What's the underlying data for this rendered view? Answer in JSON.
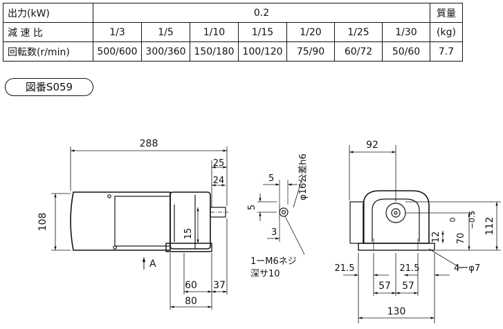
{
  "spec_table": {
    "row_output": {
      "label": "出力(kW)",
      "value": "0.2",
      "mass_header": "質量"
    },
    "row_ratio": {
      "label": "減 速 比",
      "values": [
        "1/3",
        "1/5",
        "1/10",
        "1/15",
        "1/20",
        "1/25",
        "1/30"
      ],
      "mass_unit": "(kg)"
    },
    "row_speed": {
      "label": "回転数(r/min)",
      "values": [
        "500/600",
        "300/360",
        "150/180",
        "100/120",
        "75/90",
        "60/72",
        "50/60"
      ],
      "mass_value": "7.7"
    }
  },
  "figure_label": "図番S059",
  "dims": {
    "overall_length": "288",
    "shaft_25": "25",
    "shaft_24": "24",
    "height_108": "108",
    "d15": "15",
    "d60": "60",
    "d37": "37",
    "d80": "80",
    "view_a": "A",
    "key_5h": "5",
    "key_5v": "5",
    "key_3": "3",
    "shaft_dia": "φ16公差h6",
    "tap": "1ーM6ネジ",
    "tap_depth": "深サ10",
    "width_92": "92",
    "height_112": "112",
    "d12": "12",
    "d70": "70",
    "tol_upper": "0",
    "tol_lower": "−0.5",
    "d21_5_left": "21.5",
    "d21_5_right": "21.5",
    "d57_left": "57",
    "d57_right": "57",
    "d130": "130",
    "holes": "4ーφ7"
  }
}
